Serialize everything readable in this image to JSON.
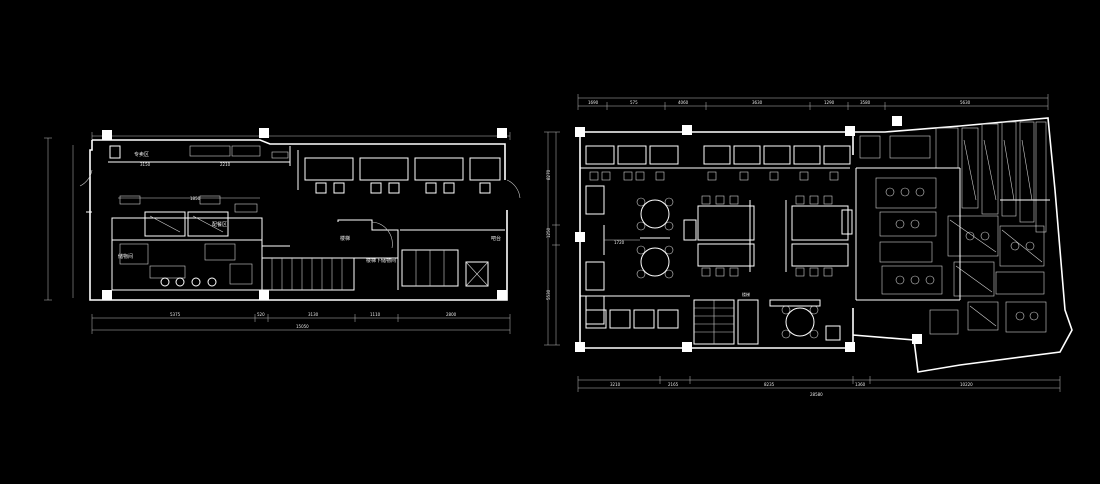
{
  "plan_left": {
    "labels": {
      "room_a": "专卖区",
      "room_b": "配餐区",
      "stair": "楼梯",
      "room_c": "储物间",
      "room_d": "吧台",
      "room_e": "楼梯下储物间"
    },
    "dims_top": [
      "3150",
      "2210",
      "1850"
    ],
    "dims_bottom": [
      "5375",
      "520",
      "3130",
      "1110",
      "2800"
    ],
    "dims_total": "15050"
  },
  "plan_right": {
    "dims_top": [
      "1690",
      "575",
      "4060",
      "3630",
      "1290",
      "3580",
      "5630"
    ],
    "dims_bottom": [
      "3210",
      "2165",
      "8235",
      "1360",
      "10220"
    ],
    "dims_total": "28580",
    "dims_left": [
      "8270",
      "1250",
      "5530"
    ],
    "labels": {
      "stair": "楼梯",
      "mid_dim": "1720"
    }
  }
}
